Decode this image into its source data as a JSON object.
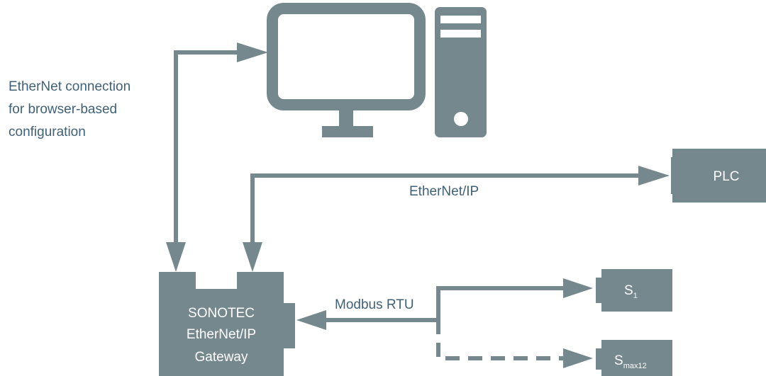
{
  "labels": {
    "ethernet_config": [
      "EtherNet connection",
      "for browser-based",
      "configuration"
    ],
    "ethernet_ip": "EtherNet/IP",
    "modbus": "Modbus RTU"
  },
  "nodes": {
    "plc": "PLC",
    "gateway": [
      "SONOTEC",
      "EtherNet/IP",
      "Gateway"
    ],
    "sensor1": {
      "base": "S",
      "sub": "1"
    },
    "sensor_max": {
      "base": "S",
      "sub": "max12"
    }
  },
  "colors": {
    "primary": "#74888E",
    "label_text": "#3F6178",
    "node_text": "#ffffff"
  },
  "icons": [
    "monitor-icon",
    "computer-tower-icon"
  ]
}
